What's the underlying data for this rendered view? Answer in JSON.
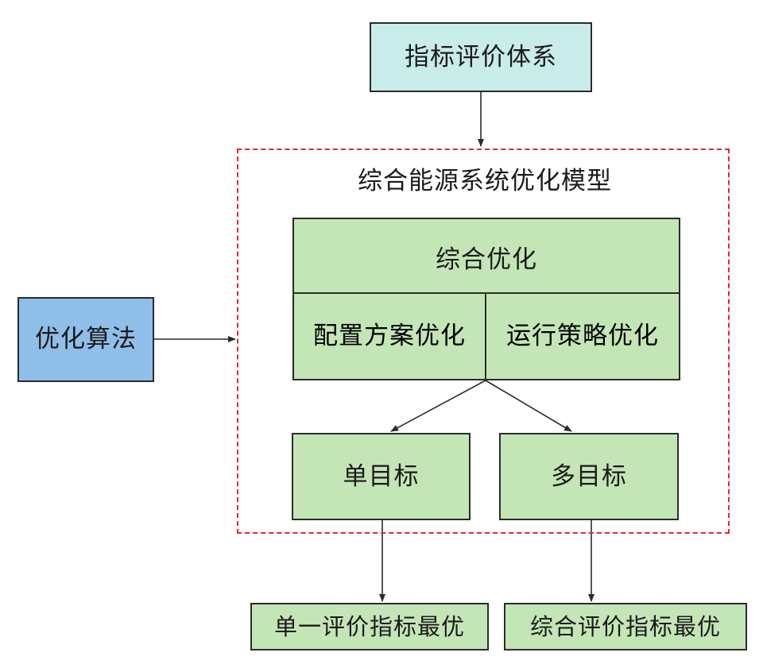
{
  "diagram": {
    "nodes": {
      "index_system": "指标评价体系",
      "model_title": "综合能源系统优化模型",
      "comprehensive_opt": "综合优化",
      "config_opt": "配置方案优化",
      "strategy_opt": "运行策略优化",
      "algorithm": "优化算法",
      "single_objective": "单目标",
      "multi_objective": "多目标",
      "single_best": "单一评价指标最优",
      "comprehensive_best": "综合评价指标最优"
    },
    "colors": {
      "cyan_fill": "#c8ecea",
      "green_fill": "#c4e6b6",
      "blue_fill": "#8fbfe8",
      "boundary_dash": "#e8262b",
      "line": "#2b2b2b"
    },
    "edges": [
      {
        "from": "index_system",
        "to": "model_title"
      },
      {
        "from": "algorithm",
        "to": "model_title"
      },
      {
        "from": "comprehensive_opt",
        "to": "single_objective"
      },
      {
        "from": "comprehensive_opt",
        "to": "multi_objective"
      },
      {
        "from": "single_objective",
        "to": "single_best"
      },
      {
        "from": "multi_objective",
        "to": "comprehensive_best"
      }
    ]
  }
}
